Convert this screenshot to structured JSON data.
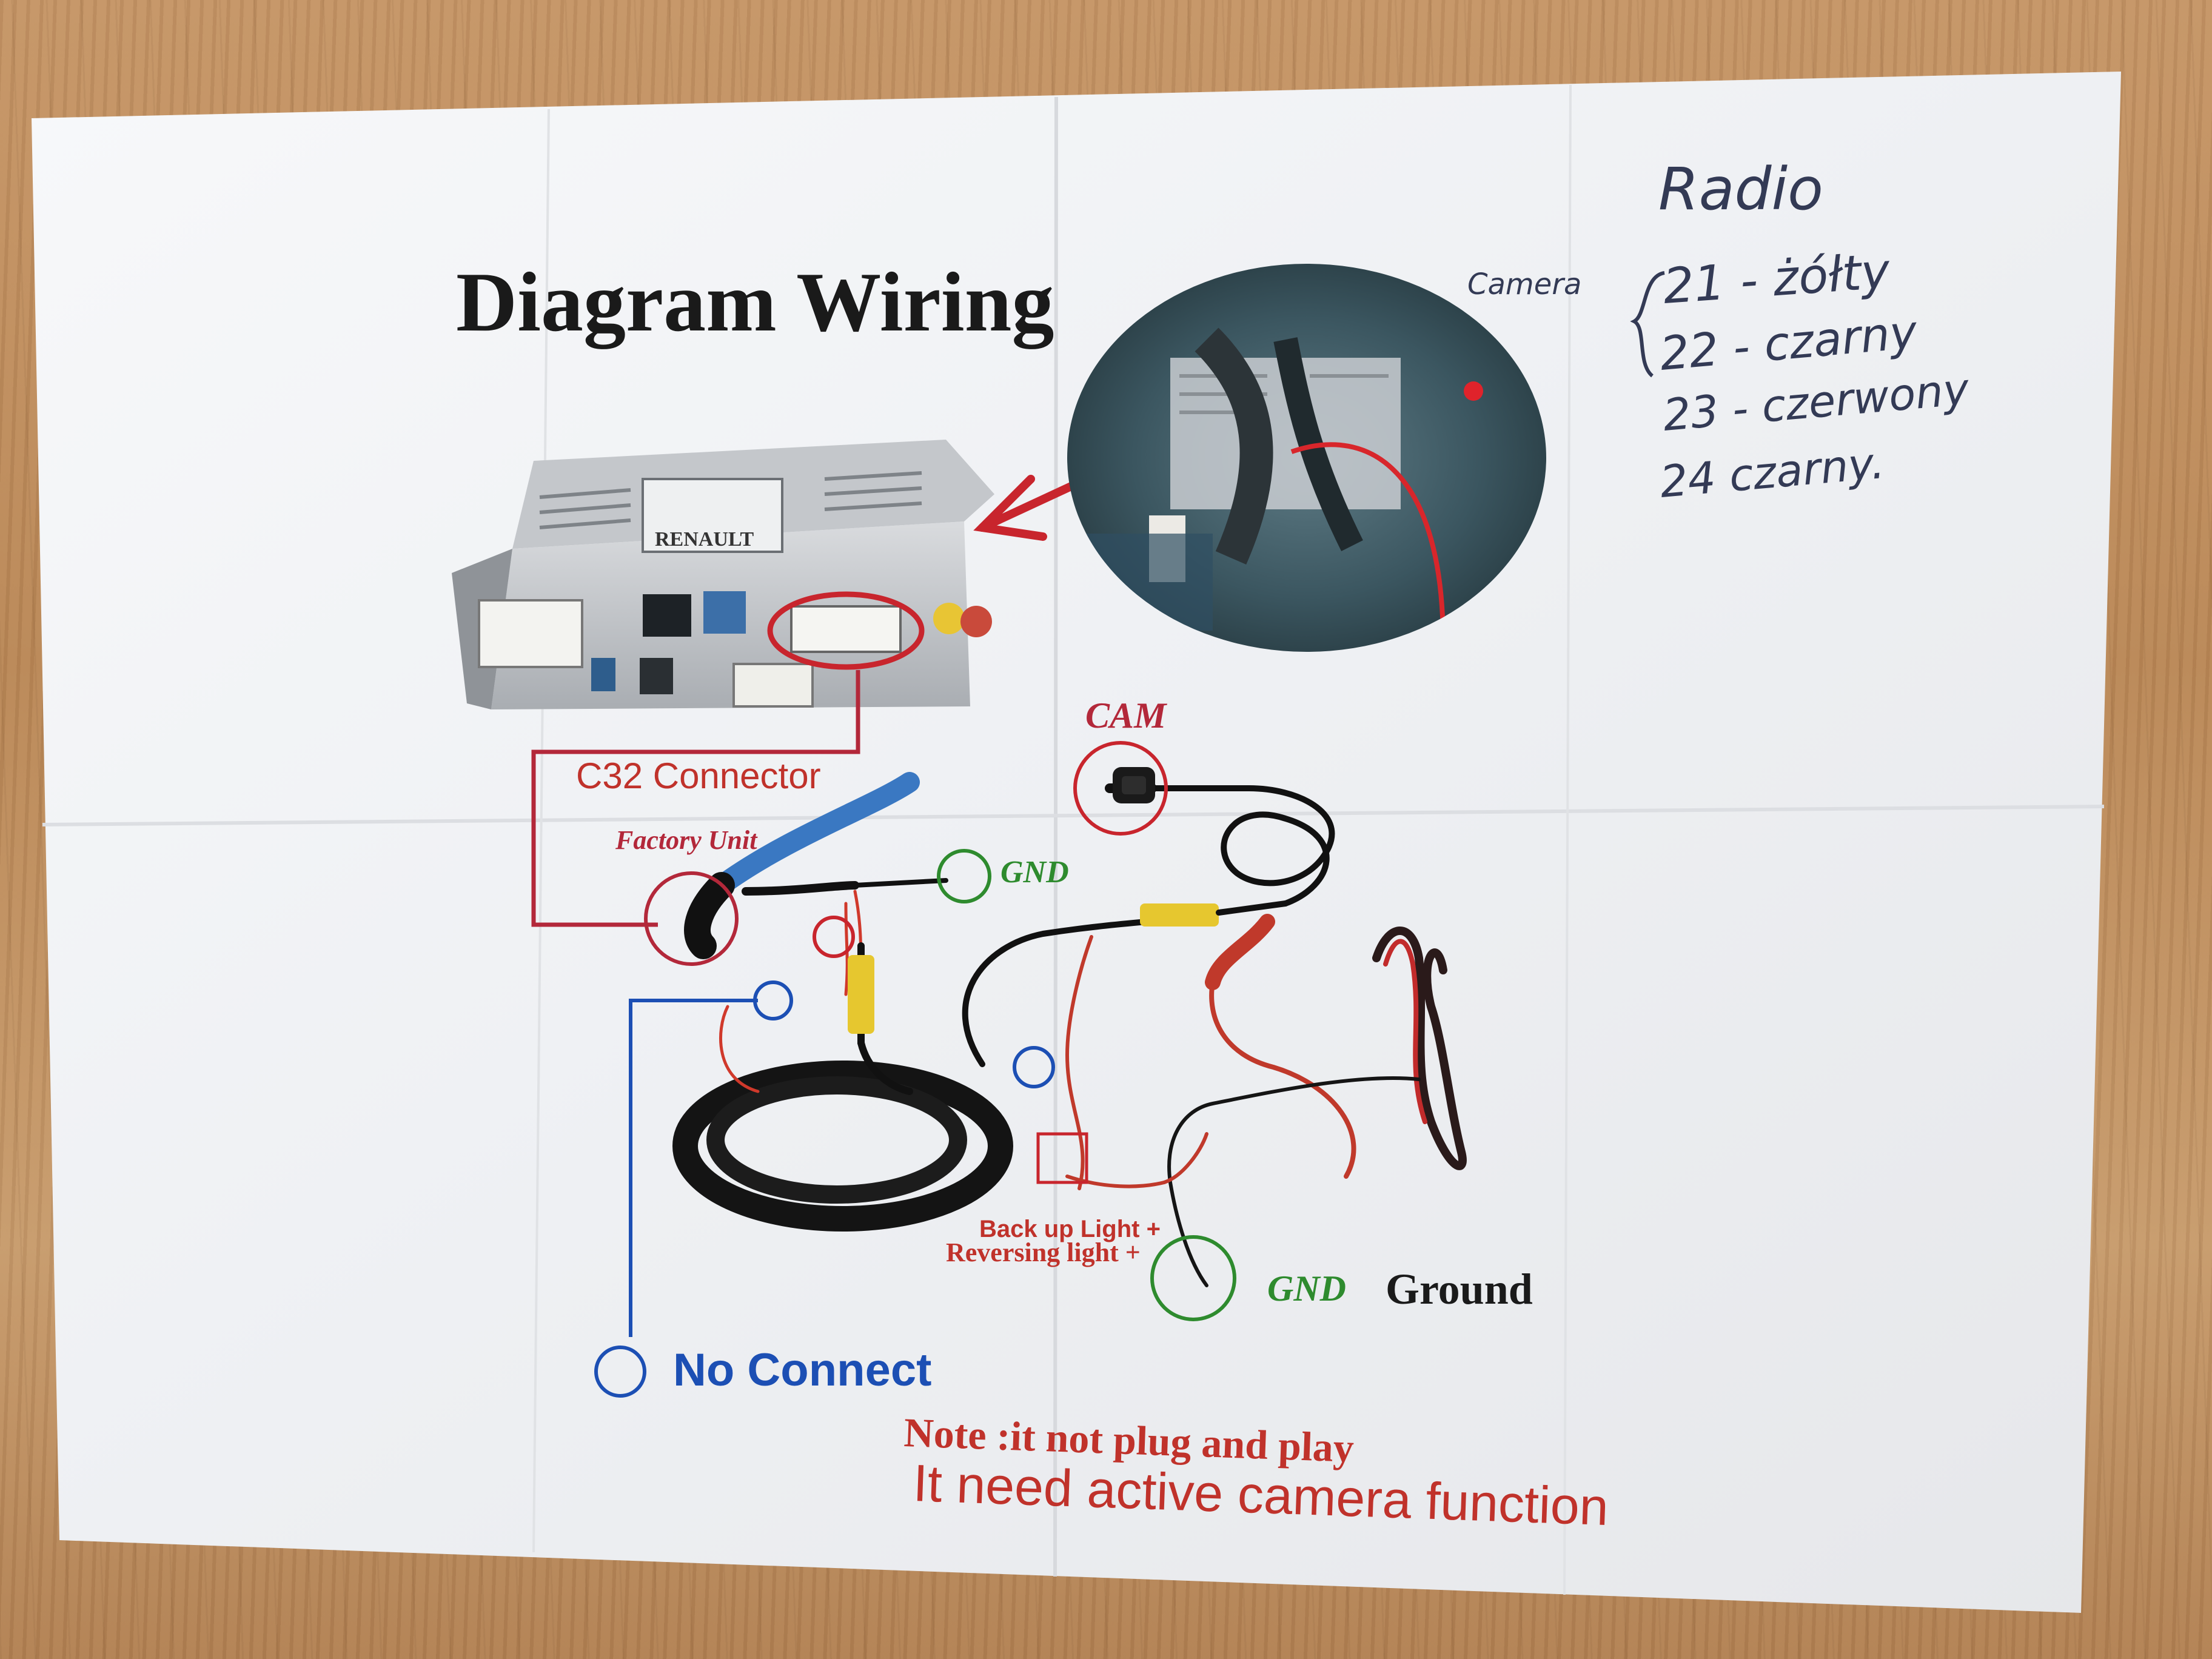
{
  "sheet": {
    "title": "Diagram Wiring",
    "connector_label": "C32 Connector",
    "factory_unit_label": "Factory Unit",
    "cam_label": "CAM",
    "gnd_label_top": "GND",
    "gnd_label_bottom": "GND",
    "ground_label": "Ground",
    "backup_light_label": "Back up Light +",
    "reversing_light_label": "Reversing light +",
    "no_connect_label": "No Connect",
    "note_line1": "Note :it not plug and play",
    "note_line2": "It need active camera function",
    "unit_brand": "RENAULT"
  },
  "handwriting": {
    "heading": "Radio",
    "side_label": "Camera",
    "lines": [
      "21 - żółty",
      "22 - czarny",
      "23 - czerwony",
      "24 czarny."
    ]
  },
  "colors": {
    "paper": "#f4f5f7",
    "title": "#1a1a1a",
    "red_label": "#c0322b",
    "green_label": "#2e8b2e",
    "blue_label": "#1c4fb4",
    "connector_box": "#b3283a"
  }
}
